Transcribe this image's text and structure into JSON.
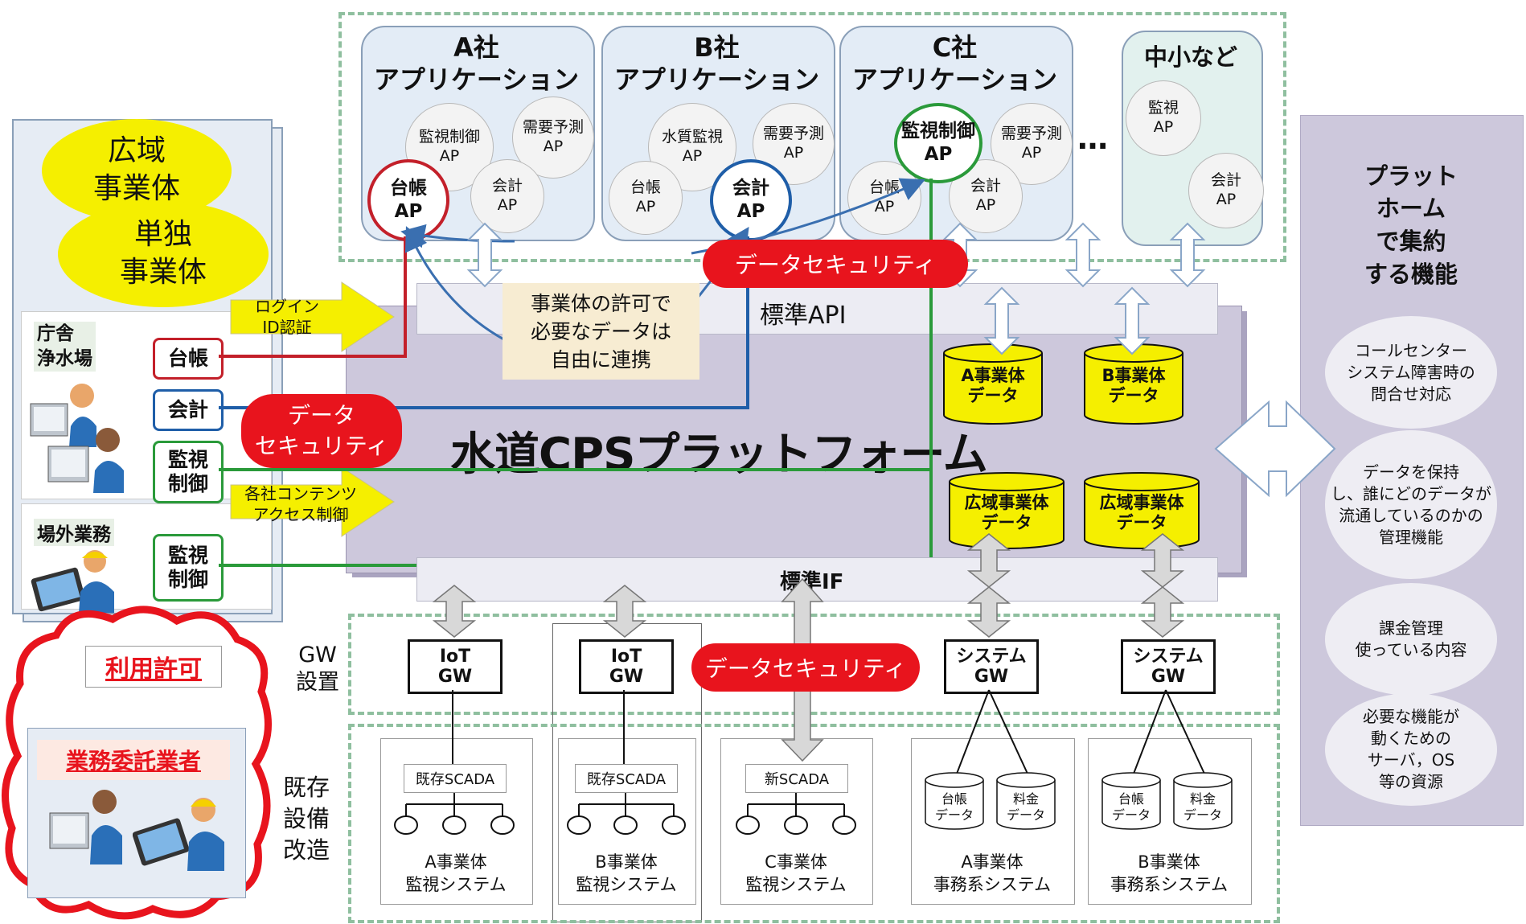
{
  "apps": [
    {
      "title": "A社\nアプリケーション"
    },
    {
      "title": "B社\nアプリケーション"
    },
    {
      "title": "C社\nアプリケーション"
    },
    {
      "title": "中小など"
    }
  ],
  "ap": {
    "a_kanshi": "監視制御\nAP",
    "a_juyo": "需要予測\nAP",
    "a_daicho": "台帳\nAP",
    "a_kaikei": "会計\nAP",
    "b_suishitsu": "水質監視\nAP",
    "b_juyo": "需要予測\nAP",
    "b_daicho": "台帳\nAP",
    "b_kaikei": "会計\nAP",
    "c_kanshi": "監視制御\nAP",
    "c_juyo": "需要予測\nAP",
    "c_daicho": "台帳\nAP",
    "c_kaikei": "会計\nAP",
    "s_kanshi": "監視\nAP",
    "s_kaikei": "会計\nAP"
  },
  "ellipsis": "…",
  "left": {
    "kouiki": "広域\n事業体",
    "tandoku": "単独\n事業体",
    "chousha": "庁舎\n浄水場",
    "jogai": "場外業務",
    "daicho": "台帳",
    "kaikei": "会計",
    "kanshi1": "監視\n制御",
    "kanshi2": "監視\n制御",
    "login": "ログイン\nID認証",
    "access": "各社コンテンツ\nアクセス制御",
    "data_security": "データ\nセキュリティ",
    "riyou": "利用許可",
    "itaku": "業務委託業者"
  },
  "center": {
    "security_top": "データセキュリティ",
    "security_mid": "データセキュリティ",
    "note": "事業体の許可で\n必要なデータは\n自由に連携",
    "api": "標準API",
    "platform": "水道CPSプラットフォーム",
    "if": "標準IF",
    "cyl_a": "A事業体\nデータ",
    "cyl_b": "B事業体\nデータ",
    "cyl_k1": "広域事業体\nデータ",
    "cyl_k2": "広域事業体\nデータ"
  },
  "gw": {
    "side": "GW\n設置",
    "iot1": "IoT\nGW",
    "iot2": "IoT\nGW",
    "sys1": "システム\nGW",
    "sys2": "システム\nGW"
  },
  "bottom": {
    "side": "既存\n設備\n改造",
    "scada1": "既存SCADA",
    "scada2": "既存SCADA",
    "scada3": "新SCADA",
    "daicho1": "台帳\nデータ",
    "ryokin1": "料金\nデータ",
    "daicho2": "台帳\nデータ",
    "ryokin2": "料金\nデータ",
    "sys1": "A事業体\n監視システム",
    "sys2": "B事業体\n監視システム",
    "sys3": "C事業体\n監視システム",
    "sys4": "A事業体\n事務系システム",
    "sys5": "B事業体\n事務系システム"
  },
  "right": {
    "title": "プラット\nホーム\nで集約\nする機能",
    "f1": "コールセンター\nシステム障害時の\n問合せ対応",
    "f2": "データを保持\nし、誰にどのデータが\n流通しているのかの\n管理機能",
    "f3": "課金管理\n使っている内容",
    "f4": "必要な機能が\n動くための\nサーバ，OS\n等の資源"
  },
  "colors": {
    "red": "#e8141d",
    "blue": "#1f5ea8",
    "green": "#2a9a3a",
    "yellow": "#f5ef00",
    "platform": "#cdc8dc"
  }
}
